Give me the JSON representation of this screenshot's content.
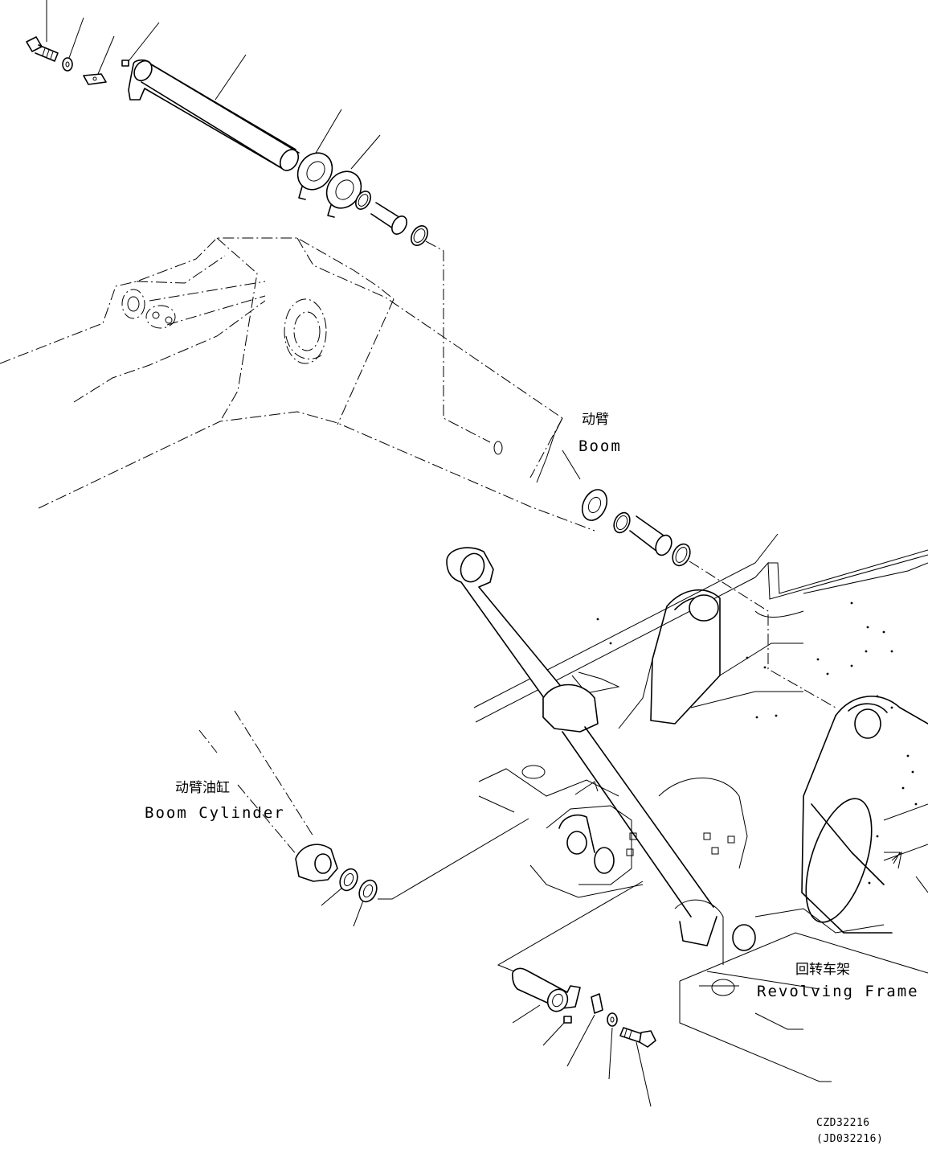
{
  "labels": {
    "boom_cn": "动臂",
    "boom_en": "Boom",
    "boom_cylinder_cn": "动臂油缸",
    "boom_cylinder_en": "Boom Cylinder",
    "revolving_frame_cn": "回转车架",
    "revolving_frame_en": "Revolving Frame"
  },
  "drawing_codes": {
    "primary": "CZD32216",
    "secondary": "(JD032216)"
  }
}
